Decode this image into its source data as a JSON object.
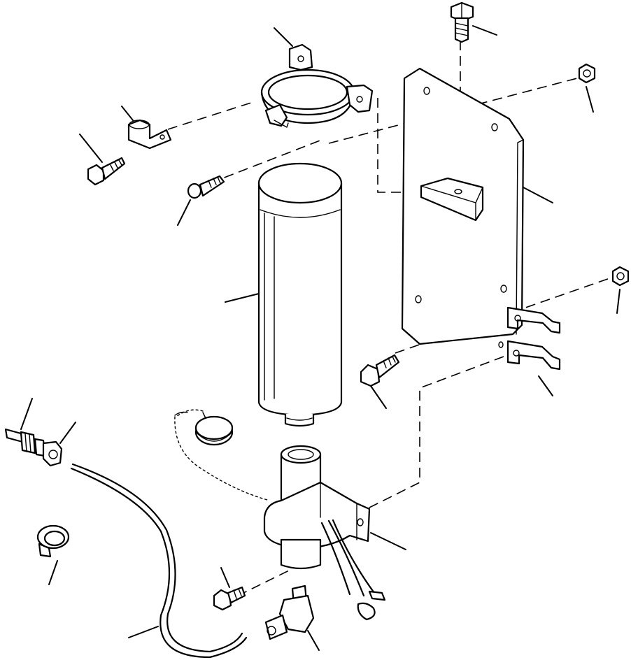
{
  "diagram": {
    "parts": [
      "bolt-top",
      "nut-upper-right",
      "mounting-plate",
      "hose-clamp-top",
      "clip",
      "bolt-left",
      "bolt-upper",
      "receiver-drier",
      "bracket-clip",
      "nut-lower-right",
      "bolt-middle",
      "fitting-left",
      "dust-cap-with-chain",
      "switch-housing",
      "hose-clamp-small",
      "bolt-lower",
      "elbow-fitting",
      "tube"
    ]
  }
}
